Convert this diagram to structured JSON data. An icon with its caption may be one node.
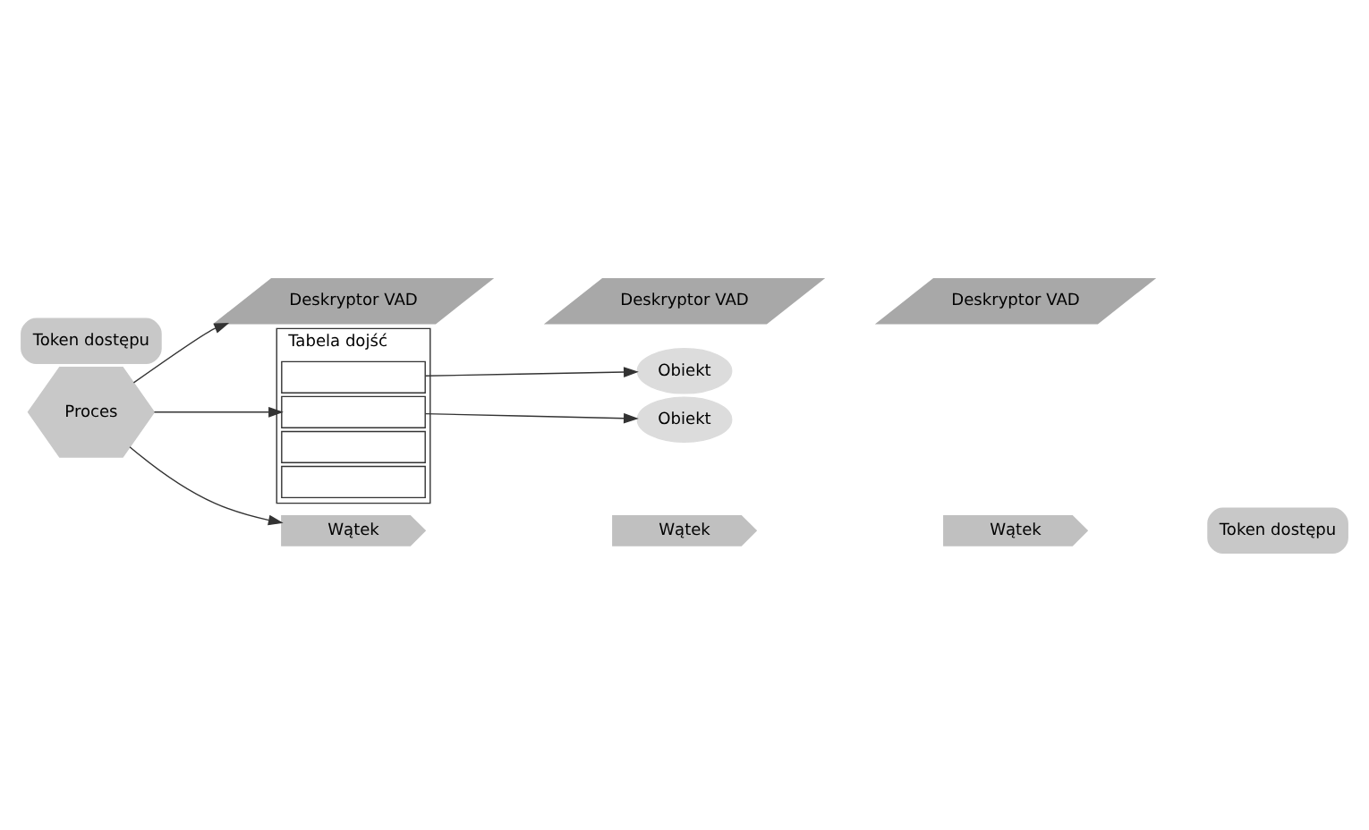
{
  "diagram": {
    "nodes": [
      {
        "text": [
          "Proces"
        ]
      },
      {
        "text": [
          "Token dostępu"
        ]
      },
      {
        "text": [
          "Deskryptor VAD"
        ]
      },
      {
        "text": [
          "Deskryptor VAD"
        ]
      },
      {
        "text": [
          "Deskryptor VAD"
        ]
      },
      {
        "text": [
          "Tabela dojść"
        ]
      },
      {
        "text": [],
        "shape": "box",
        "in": 5
      },
      {
        "text": [],
        "shape": "box",
        "in": 5
      },
      {
        "text": [],
        "shape": "box",
        "in": 5
      },
      {
        "text": [],
        "shape": "box",
        "in": 5
      },
      {
        "text": [
          "Obiekt"
        ]
      },
      {
        "text": [
          "Obiekt"
        ]
      },
      {
        "text": [
          "Wątek"
        ]
      },
      {
        "text": [
          "Wątek"
        ]
      },
      {
        "text": [
          "Wątek"
        ]
      },
      {
        "text": [
          "Token dostępu"
        ]
      }
    ],
    "edges": [
      {
        "from": 0,
        "to": 2,
        "arrow": "to"
      },
      {
        "from": 0,
        "to": 7,
        "arrow": "to"
      },
      {
        "from": 0,
        "to": 12,
        "arrow": "to"
      },
      {
        "from": 6,
        "to": 10,
        "arrow": "to"
      },
      {
        "from": 7,
        "to": 11,
        "arrow": "to"
      }
    ]
  }
}
